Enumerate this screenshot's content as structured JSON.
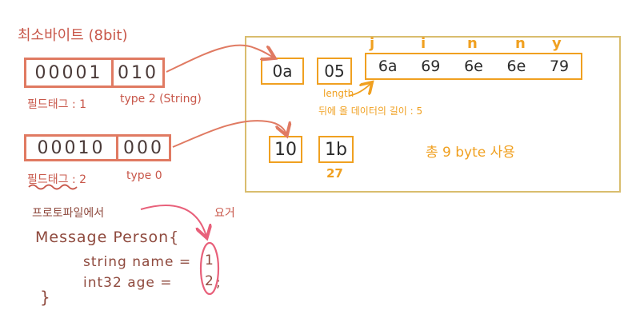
{
  "title": "최소바이트 (8bit)",
  "field1": {
    "tag_bits": "00001",
    "type_bits": "010",
    "tag_label": "필드태그 : 1",
    "type_label": "type 2 (String)"
  },
  "field2": {
    "tag_bits": "00010",
    "type_bits": "000",
    "tag_label": "필드태그 : 2",
    "type_label": "type 0"
  },
  "panel": {
    "row1": {
      "key": "0a",
      "length": "05",
      "bytes": [
        "6a",
        "69",
        "6e",
        "6e",
        "79"
      ],
      "chars": [
        "j",
        "i",
        "n",
        "n",
        "y"
      ],
      "length_label": "length",
      "length_note": "뒤에 올 데이터의 길이 : 5"
    },
    "row2": {
      "key": "10",
      "value": "1b",
      "value_decimal": "27"
    },
    "total": "총 9 byte 사용"
  },
  "proto": {
    "caption": "프로토파일에서",
    "annotation": "요거",
    "line1": "Message Person{",
    "line2_text": "string name =",
    "line2_num": "1",
    "line3_text": "int32 age =",
    "line3_num": "2",
    "line3_end": ";",
    "close": "}"
  },
  "colors": {
    "field_border": "#e07a62",
    "panel_border": "#d9bd6e",
    "hex_border": "#f0a020",
    "arrow": "#e07a62",
    "circle": "#e8607a",
    "label": "#c8574a",
    "code": "#8f4a3e"
  }
}
